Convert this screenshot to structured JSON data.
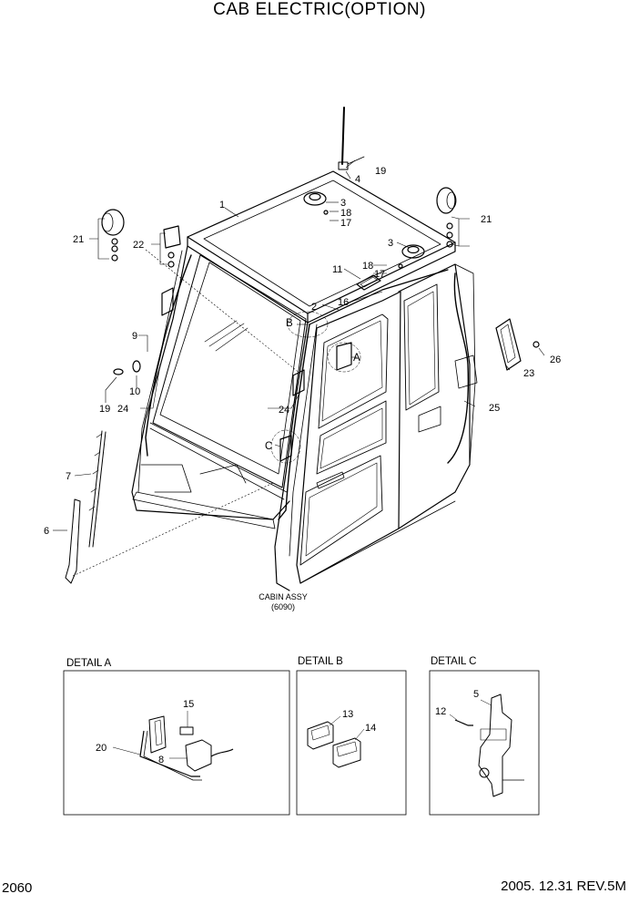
{
  "title": "CAB ELECTRIC(OPTION)",
  "page_number": "2060",
  "revision": "2005. 12.31 REV.5M",
  "cabin_assy": {
    "line1": "CABIN ASSY",
    "line2": "(6090)"
  },
  "detail_labels": {
    "A": "A",
    "B": "B",
    "C": "C"
  },
  "details": {
    "a": {
      "title": "DETAIL A",
      "parts": [
        "15",
        "20",
        "8"
      ]
    },
    "b": {
      "title": "DETAIL B",
      "parts": [
        "13",
        "14"
      ]
    },
    "c": {
      "title": "DETAIL C",
      "parts": [
        "5",
        "12"
      ]
    }
  },
  "callouts": {
    "p1": "1",
    "p2": "2",
    "p3a": "3",
    "p3b": "3",
    "p4": "4",
    "p6": "6",
    "p7": "7",
    "p9": "9",
    "p10": "10",
    "p11": "11",
    "p16": "16",
    "p17a": "17",
    "p17b": "17",
    "p18a": "18",
    "p18b": "18",
    "p19a": "19",
    "p19b": "19",
    "p21a": "21",
    "p21b": "21",
    "p22": "22",
    "p23": "23",
    "p24a": "24",
    "p24b": "24",
    "p25": "25",
    "p26": "26"
  }
}
